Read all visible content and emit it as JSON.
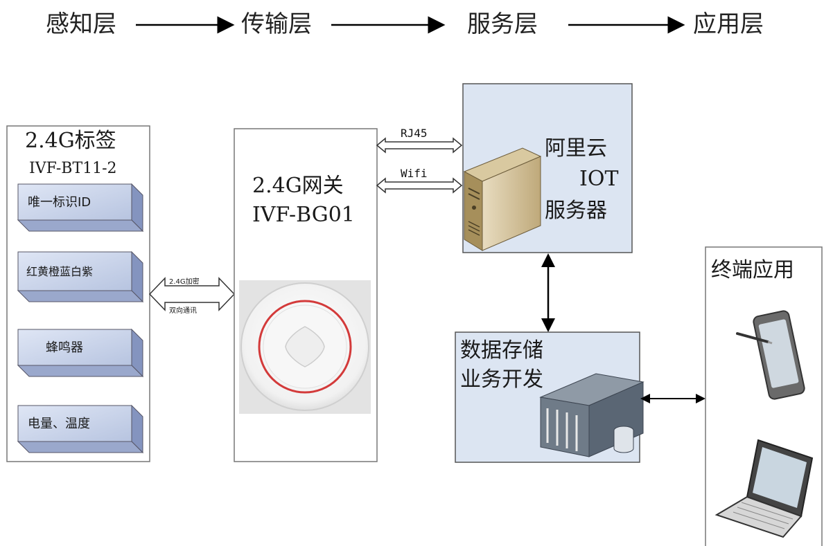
{
  "layers": [
    "感知层",
    "传输层",
    "服务层",
    "应用层"
  ],
  "tag": {
    "title": "2.4G标签",
    "model": "IVF-BT11-2",
    "features": [
      "唯一标识ID",
      "红黄橙蓝白紫",
      "蜂鸣器",
      "电量、温度"
    ]
  },
  "gateway": {
    "title": "2.4G网关",
    "model": "IVF-BG01"
  },
  "link_tag_gateway": {
    "top": "2.4G加密",
    "bottom": "双向通讯"
  },
  "link_gateway_server": [
    "RJ45",
    "Wifi"
  ],
  "server": {
    "line1": "阿里云",
    "line2": "IOT",
    "line3": "服务器"
  },
  "storage": {
    "line1": "数据存储",
    "line2": "业务开发"
  },
  "terminal": {
    "title": "终端应用"
  }
}
